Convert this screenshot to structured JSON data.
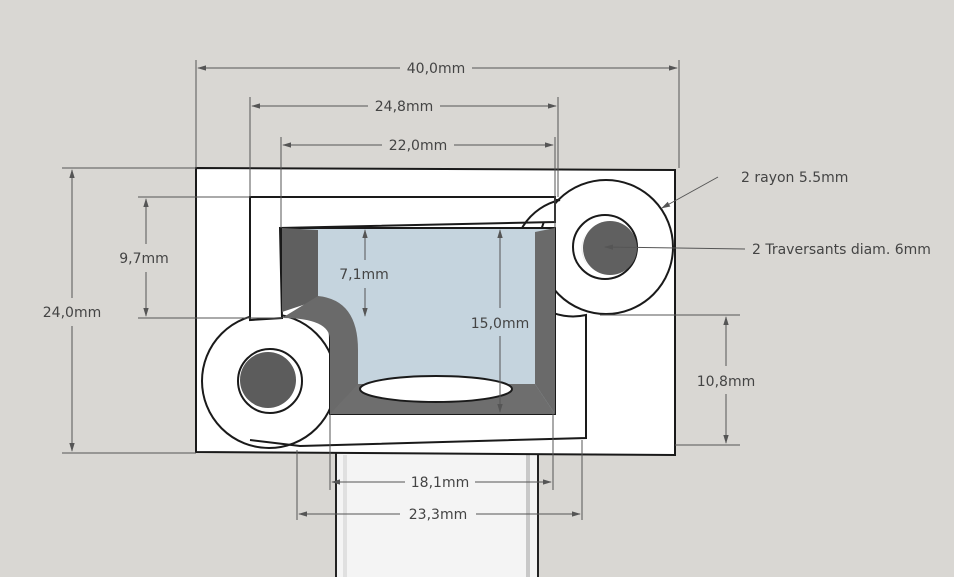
{
  "colors": {
    "background": "#d9d7d3",
    "part_face": "#ffffff",
    "outline": "#1a1a1a",
    "dimension_line": "#555555",
    "pocket_floor": "#c5d4de",
    "hole_shadow": "#5a5a5a",
    "pipe": "#f4f4f4"
  },
  "dimensions": {
    "overall_width": "40,0mm",
    "inner_outer_width": "24,8mm",
    "pocket_width": "22,0mm",
    "height_left": "9,7mm",
    "pocket_step": "7,1mm",
    "overall_height": "24,0mm",
    "pocket_height": "15,0mm",
    "right_height": "10,8mm",
    "bottom_width": "18,1mm",
    "bottom_outer_width": "23,3mm"
  },
  "callouts": {
    "radius": "2 rayon 5.5mm",
    "holes": "2 Traversants diam. 6mm"
  }
}
